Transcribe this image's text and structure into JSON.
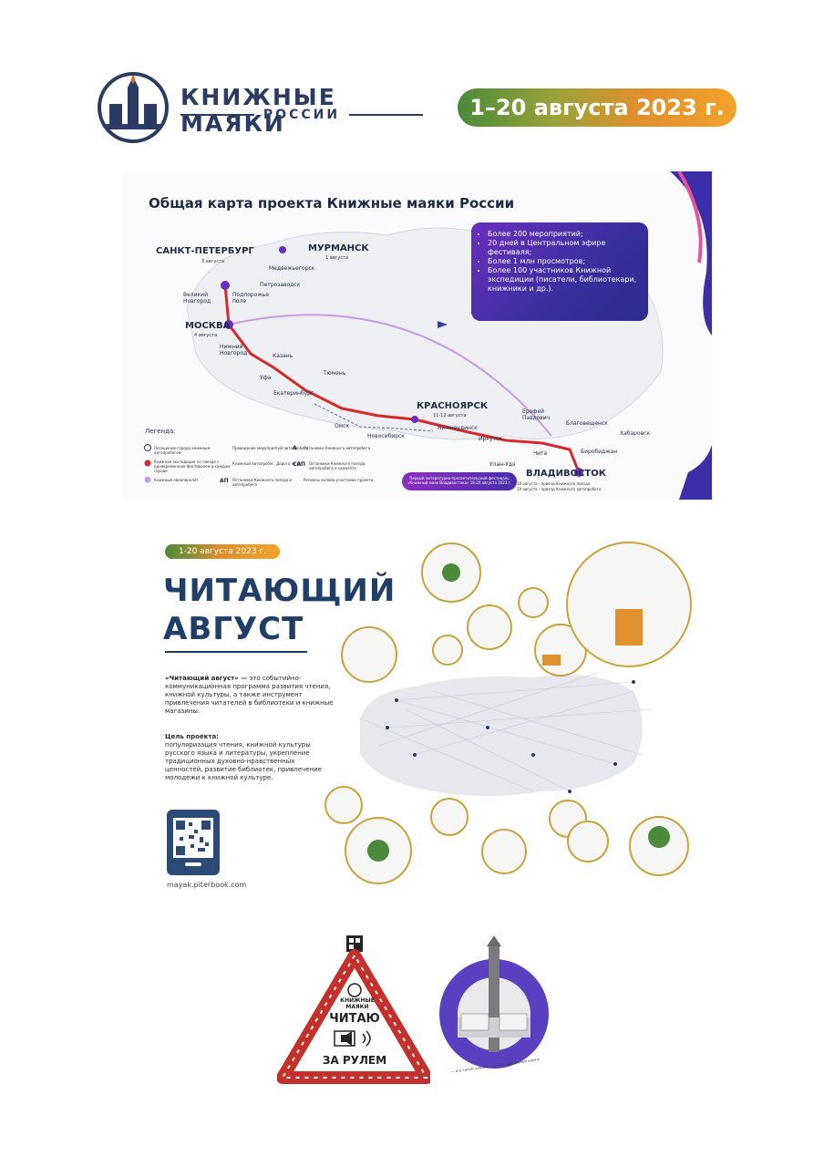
{
  "header": {
    "brand_title": "КНИЖНЫЕ МАЯКИ",
    "brand_subtitle": "РОССИИ",
    "date_pill": "1–20 августа 2023 г."
  },
  "map": {
    "title": "Общая карта проекта Книжные маяки России",
    "cities": {
      "spb": "САНКТ-ПЕТЕРБУРГ",
      "spb_date": "3 августа",
      "murmansk": "МУРМАНСК",
      "murmansk_date": "1 августа",
      "moscow": "МОСКВА",
      "moscow_date": "4 августа",
      "krasnoyarsk": "КРАСНОЯРСК",
      "krasnoyarsk_date": "11-12 августа",
      "vladivostok": "ВЛАДИВОСТОК"
    },
    "small_labels": {
      "medvezhyegorsk": "Медвежьегорск",
      "petrozavodsk": "Петрозаводск",
      "podporozhye": "Подпорожье поле",
      "vnovgorod": "Великий Новгород",
      "nnovgorod": "Нижний Новгород",
      "kazan": "Казань",
      "ufa": "Уфа",
      "tyumen": "Тюмень",
      "ekaterinburg": "Екатеринбург",
      "omsk": "Омск",
      "novosibirsk": "Новосибирск",
      "nizhneudinsk": "Нижнеудинск",
      "irkutsk": "Иркутск",
      "ulanude": "Улан-Удэ",
      "chita": "Чита",
      "erofey": "Ерофей Павлович",
      "blagoveshchensk": "Благовещенск",
      "khabarovsk": "Хабаровск",
      "birobidzhan": "Биробиджан"
    },
    "stats": [
      "Более 200 мероприятий;",
      "20 дней в Центральном эфире фестиваля;",
      "Более 1 млн просмотров;",
      "Более 100 участников Книжной экспедиции (писатели, библиотекари, книжники и др.)."
    ],
    "legend": {
      "title": "Легенда:",
      "items": [
        "Посещение города книжным автопробегом",
        "Книжная экспедиция на поезде с одновременным фестивалем в каждом городе",
        "Книжный авиаперелёт",
        "Проведение мероприятий автопробега",
        "Книжный автопробег. Дорога на юг",
        "Остановки Книжного поезда и автопробега",
        "Остановки Книжного автопробега",
        "Остановки Книжного поезда, автопробега и самолёта",
        "Регионы онлайн-участники проекта"
      ],
      "marks": {
        "a": "А",
        "ap": "АП",
        "sap": "САП"
      }
    },
    "festival_note": "Первый литературно-просветительский фестиваль «Книжный маяк Владивостока» 18-20 августа 2023 г.",
    "vlad_note_1": "18 августа - приезд Книжного поезда",
    "vlad_note_2": "19 августа - приезд Книжного автопробега"
  },
  "reading_august": {
    "date_pill": "1-20 августа 2023 г.",
    "title_line1": "ЧИТАЮЩИЙ",
    "title_line2": "АВГУСТ",
    "desc_bold": "«Читающий август» —",
    "desc": "это событийно-коммуникационная программа развития чтения, книжной культуры, а также инструмент привлечения читателей в библиотеки и книжные магазины.",
    "goal_title": "Цель проекта:",
    "goal": "популяризация чтения, книжной культуры русского языка и литературы, укрепление традиционных духовно-нравственных ценностей, развитие библиотек, привлечение молодежи к книжной культуре.",
    "url": "mayak.piterbook.com"
  },
  "bottom": {
    "tri_top": "ЧИТАЮ",
    "tri_bottom": "ЗА РУЛЕМ",
    "tri_logo": "КНИЖНЫЕ МАЯКИ",
    "circle_caption": "— и в тихом шорохе, как мы закрываем книги"
  },
  "colors": {
    "navy": "#2b3b63",
    "route_red": "#d62a2a",
    "purple": "#6b2fbf",
    "green": "#4a8a3a",
    "orange": "#f2a22b"
  }
}
